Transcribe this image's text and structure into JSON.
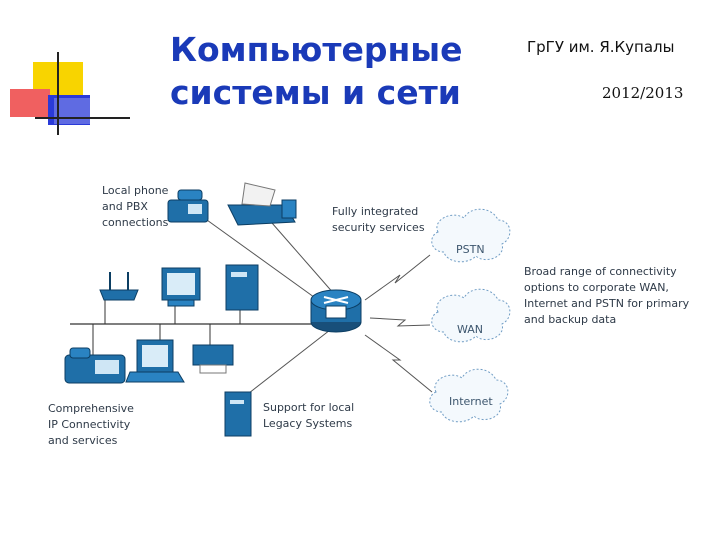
{
  "slide": {
    "title_line1": "Компьютерные",
    "title_line2": "системы и сети",
    "org": "ГрГУ им. Я.Купалы",
    "year": "2012/2013"
  },
  "colors": {
    "title": "#1a3ab8",
    "yellow": "#f8d400",
    "red": "#f06060",
    "blue": "#2a3ad8",
    "device": "#1f6fa8"
  },
  "icons": [
    "phone-icon",
    "fax-icon",
    "wireless-ap-icon",
    "monitor-icon",
    "server-icon",
    "router-icon",
    "ip-phone-icon",
    "workstation-icon",
    "printer-icon",
    "cloud-icon"
  ],
  "diagram": {
    "labels": {
      "pbx": [
        "Local phone",
        "and PBX",
        "connections"
      ],
      "security": [
        "Fully integrated",
        "security services"
      ],
      "connectivity": [
        "Broad range of connectivity",
        "options to corporate WAN,",
        "Internet and PSTN for primary",
        "and backup data"
      ],
      "ip": [
        "Comprehensive",
        "IP Connectivity",
        "and services"
      ],
      "legacy": [
        "Support for local",
        "Legacy Systems"
      ]
    },
    "clouds": {
      "pstn": "PSTN",
      "wan": "WAN",
      "internet": "Internet"
    }
  }
}
